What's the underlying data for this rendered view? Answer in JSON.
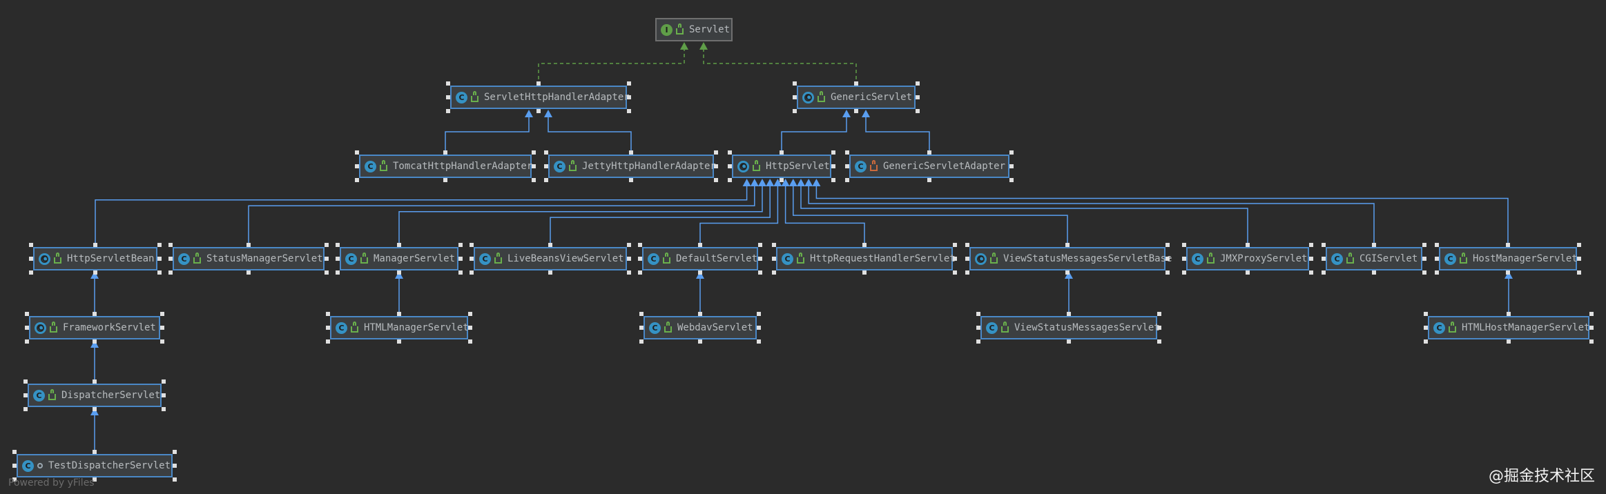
{
  "diagram": {
    "nodes": [
      {
        "id": "servlet",
        "label": "Servlet",
        "kind": "interface",
        "visibility": "public"
      },
      {
        "id": "shha",
        "label": "ServletHttpHandlerAdapter",
        "kind": "class",
        "visibility": "public"
      },
      {
        "id": "generic",
        "label": "GenericServlet",
        "kind": "abstract",
        "visibility": "public"
      },
      {
        "id": "tomcat",
        "label": "TomcatHttpHandlerAdapter",
        "kind": "class",
        "visibility": "public"
      },
      {
        "id": "jetty",
        "label": "JettyHttpHandlerAdapter",
        "kind": "class",
        "visibility": "public"
      },
      {
        "id": "http",
        "label": "HttpServlet",
        "kind": "abstract",
        "visibility": "public"
      },
      {
        "id": "gsa",
        "label": "GenericServletAdapter",
        "kind": "class",
        "visibility": "private"
      },
      {
        "id": "hsb",
        "label": "HttpServletBean",
        "kind": "abstract",
        "visibility": "public"
      },
      {
        "id": "status",
        "label": "StatusManagerServlet",
        "kind": "class",
        "visibility": "public"
      },
      {
        "id": "manager",
        "label": "ManagerServlet",
        "kind": "class",
        "visibility": "public"
      },
      {
        "id": "livebeans",
        "label": "LiveBeansViewServlet",
        "kind": "class",
        "visibility": "public"
      },
      {
        "id": "default",
        "label": "DefaultServlet",
        "kind": "class",
        "visibility": "public"
      },
      {
        "id": "hrhs",
        "label": "HttpRequestHandlerServlet",
        "kind": "class",
        "visibility": "public"
      },
      {
        "id": "vsmsb",
        "label": "ViewStatusMessagesServletBase",
        "kind": "abstract",
        "visibility": "public"
      },
      {
        "id": "jmx",
        "label": "JMXProxyServlet",
        "kind": "class",
        "visibility": "public"
      },
      {
        "id": "cgi",
        "label": "CGIServlet",
        "kind": "class",
        "visibility": "public"
      },
      {
        "id": "hostmgr",
        "label": "HostManagerServlet",
        "kind": "class",
        "visibility": "public"
      },
      {
        "id": "framework",
        "label": "FrameworkServlet",
        "kind": "abstract",
        "visibility": "public"
      },
      {
        "id": "htmlmgr",
        "label": "HTMLManagerServlet",
        "kind": "class",
        "visibility": "public"
      },
      {
        "id": "webdav",
        "label": "WebdavServlet",
        "kind": "class",
        "visibility": "public"
      },
      {
        "id": "vsms",
        "label": "ViewStatusMessagesServlet",
        "kind": "class",
        "visibility": "public"
      },
      {
        "id": "htmlhost",
        "label": "HTMLHostManagerServlet",
        "kind": "class",
        "visibility": "public"
      },
      {
        "id": "dispatcher",
        "label": "DispatcherServlet",
        "kind": "class",
        "visibility": "public"
      },
      {
        "id": "testdispatcher",
        "label": "TestDispatcherServlet",
        "kind": "class",
        "visibility": "package"
      }
    ],
    "edges": [
      {
        "from": "shha",
        "to": "servlet",
        "type": "implements"
      },
      {
        "from": "generic",
        "to": "servlet",
        "type": "implements"
      },
      {
        "from": "tomcat",
        "to": "shha",
        "type": "extends"
      },
      {
        "from": "jetty",
        "to": "shha",
        "type": "extends"
      },
      {
        "from": "http",
        "to": "generic",
        "type": "extends"
      },
      {
        "from": "gsa",
        "to": "generic",
        "type": "extends"
      },
      {
        "from": "hsb",
        "to": "http",
        "type": "extends"
      },
      {
        "from": "status",
        "to": "http",
        "type": "extends"
      },
      {
        "from": "manager",
        "to": "http",
        "type": "extends"
      },
      {
        "from": "livebeans",
        "to": "http",
        "type": "extends"
      },
      {
        "from": "default",
        "to": "http",
        "type": "extends"
      },
      {
        "from": "hrhs",
        "to": "http",
        "type": "extends"
      },
      {
        "from": "vsmsb",
        "to": "http",
        "type": "extends"
      },
      {
        "from": "jmx",
        "to": "http",
        "type": "extends"
      },
      {
        "from": "cgi",
        "to": "http",
        "type": "extends"
      },
      {
        "from": "hostmgr",
        "to": "http",
        "type": "extends"
      },
      {
        "from": "framework",
        "to": "hsb",
        "type": "extends"
      },
      {
        "from": "htmlmgr",
        "to": "manager",
        "type": "extends"
      },
      {
        "from": "webdav",
        "to": "default",
        "type": "extends"
      },
      {
        "from": "vsms",
        "to": "vsmsb",
        "type": "extends"
      },
      {
        "from": "htmlhost",
        "to": "hostmgr",
        "type": "extends"
      },
      {
        "from": "dispatcher",
        "to": "framework",
        "type": "extends"
      },
      {
        "from": "testdispatcher",
        "to": "dispatcher",
        "type": "extends"
      }
    ]
  },
  "footer": {
    "powered_by": "Powered by yFiles",
    "watermark": "@掘金技术社区"
  },
  "colors": {
    "background": "#2b2b2b",
    "node_fill": "#3c3f41",
    "node_border": "#4a88c7",
    "extends_edge": "#5a9ef0",
    "implements_edge": "#5f9e48",
    "label_text": "#b8bcbf"
  }
}
